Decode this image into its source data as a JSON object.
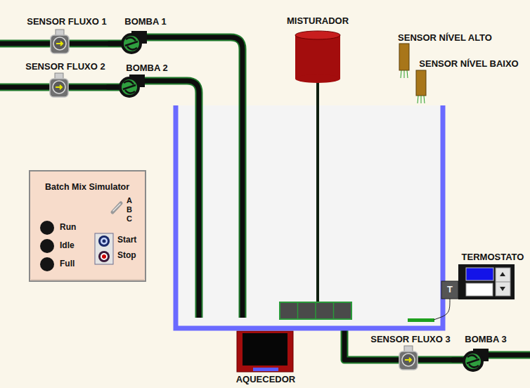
{
  "diagram": {
    "nodes": [
      {
        "text": [
          "SENSOR FLUXO 1"
        ]
      },
      {
        "text": [
          "BOMBA 1"
        ]
      },
      {
        "text": [
          "MISTURADOR"
        ]
      },
      {
        "text": [
          "SENSOR NÍVEL ALTO"
        ]
      },
      {
        "text": [
          "SENSOR FLUXO 2"
        ]
      },
      {
        "text": [
          "BOMBA 2"
        ]
      },
      {
        "text": [
          "SENSOR NÍVEL BAIXO"
        ]
      },
      {
        "text": [
          "Batch Mix Simulator",
          "A",
          "B",
          "C",
          "Run",
          "Idle",
          "Full",
          "Start",
          "Stop"
        ]
      },
      {
        "text": [
          "TERMOSTATO"
        ]
      },
      {
        "text": [
          "T"
        ]
      },
      {
        "text": [
          "SENSOR FLUXO 3"
        ]
      },
      {
        "text": [
          "BOMBA 3"
        ]
      },
      {
        "text": [
          "AQUECEDOR"
        ]
      }
    ],
    "edges": [
      {
        "from": 0,
        "to": 1,
        "arrow": "none"
      },
      {
        "from": 4,
        "to": 5,
        "arrow": "none"
      },
      {
        "from": 10,
        "to": 11,
        "arrow": "none"
      }
    ]
  }
}
